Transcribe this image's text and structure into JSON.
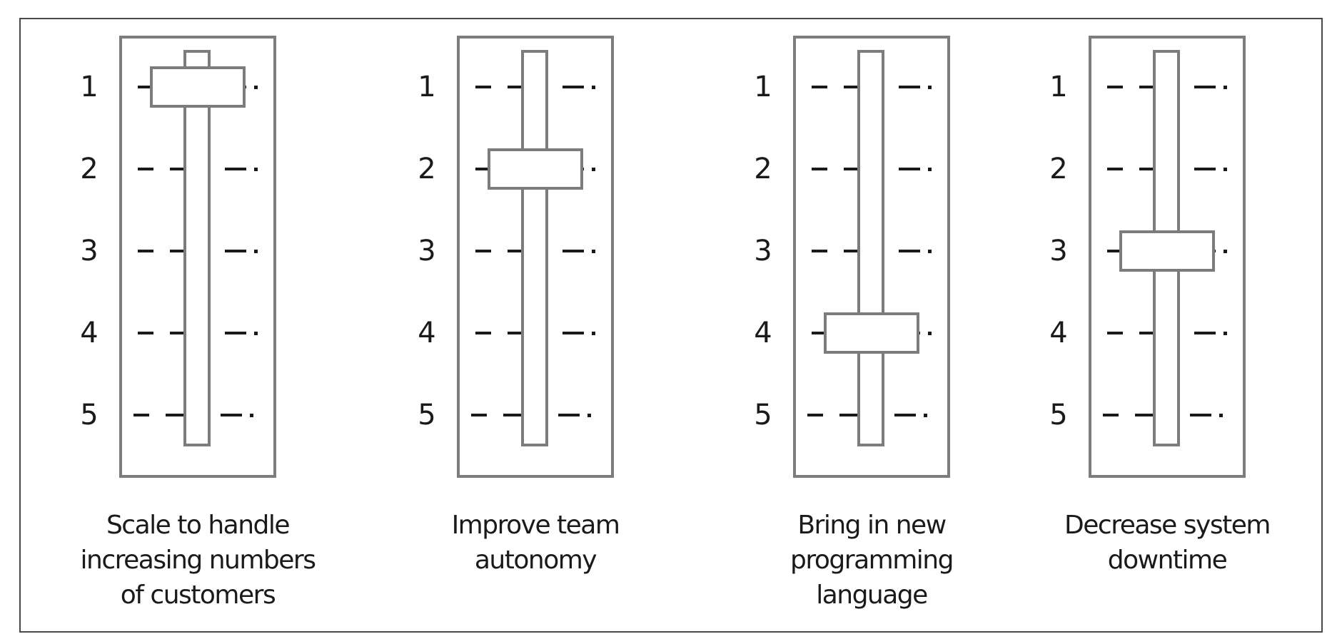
{
  "faders": [
    {
      "caption_lines": [
        "Scale to handle",
        "increasing numbers",
        "of customers"
      ],
      "ticks": [
        "1",
        "2",
        "3",
        "4",
        "5"
      ],
      "level": 1
    },
    {
      "caption_lines": [
        "Improve team",
        "autonomy"
      ],
      "ticks": [
        "1",
        "2",
        "3",
        "4",
        "5"
      ],
      "level": 2
    },
    {
      "caption_lines": [
        "Bring in new",
        "programming",
        "language"
      ],
      "ticks": [
        "1",
        "2",
        "3",
        "4",
        "5"
      ],
      "level": 4
    },
    {
      "caption_lines": [
        "Decrease system",
        "downtime"
      ],
      "ticks": [
        "1",
        "2",
        "3",
        "4",
        "5"
      ],
      "level": 3
    }
  ],
  "colors": {
    "outline": "#7c7c7c",
    "ink": "#1a1a1a"
  }
}
